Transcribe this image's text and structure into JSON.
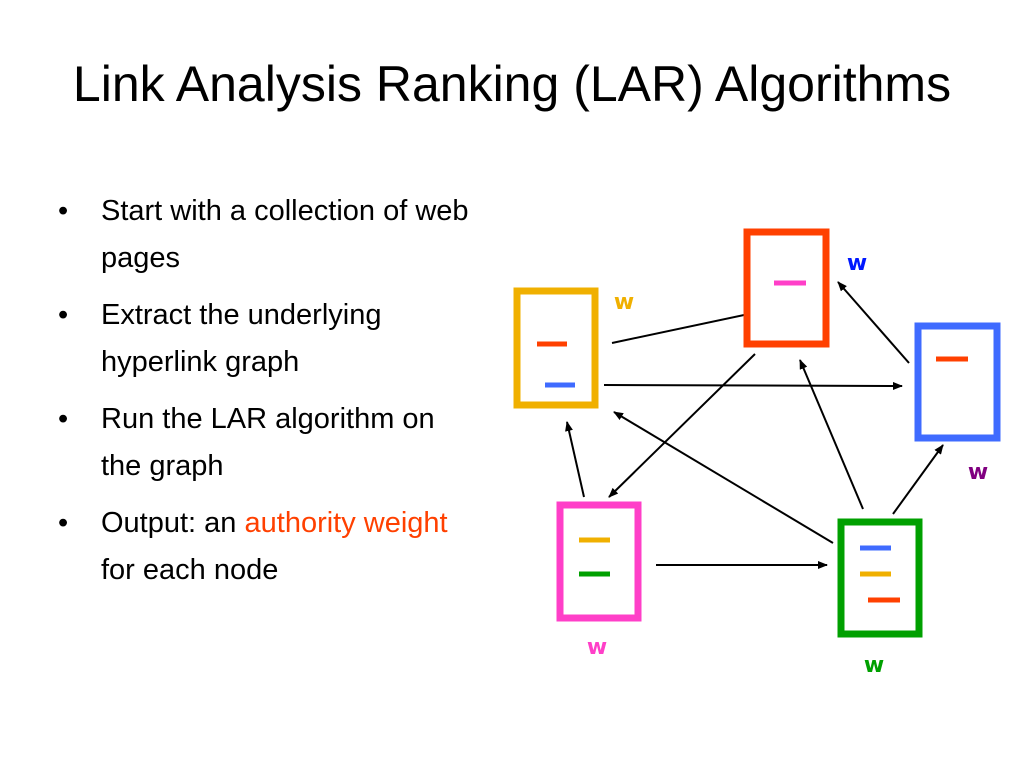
{
  "title": "Link Analysis Ranking (LAR) Algorithms",
  "bullets": [
    {
      "text": "Start with a collection of web pages"
    },
    {
      "text": "Extract the underlying hyperlink graph"
    },
    {
      "text": "Run the LAR algorithm on the graph"
    },
    {
      "pre": "Output: an ",
      "highlight": "authority weight",
      "post": " for each node"
    }
  ],
  "bullet_marker": "•",
  "highlight_color": "#ff4000",
  "graph": {
    "nodes": [
      {
        "id": "yellow-page",
        "border_color": "#f0b000",
        "weight_label": "w",
        "label_color": "#f0b000",
        "lines": [
          "#ff4000",
          "#3f6bff"
        ]
      },
      {
        "id": "red-page",
        "border_color": "#ff4000",
        "weight_label": "w",
        "label_color": "#0018ff",
        "lines": [
          "#ff3fc8"
        ]
      },
      {
        "id": "blue-page",
        "border_color": "#3f6bff",
        "weight_label": "w",
        "label_color": "#800080",
        "lines": [
          "#ff4000"
        ]
      },
      {
        "id": "pink-page",
        "border_color": "#ff3fc8",
        "weight_label": "w",
        "label_color": "#ff3fc8",
        "lines": [
          "#f0b000",
          "#00a000"
        ]
      },
      {
        "id": "green-page",
        "border_color": "#00a000",
        "weight_label": "w",
        "label_color": "#00a000",
        "lines": [
          "#3f6bff",
          "#f0b000",
          "#ff4000"
        ]
      }
    ],
    "edges": [
      {
        "from": "yellow-page",
        "to": "red-page"
      },
      {
        "from": "yellow-page",
        "to": "blue-page"
      },
      {
        "from": "red-page",
        "to": "pink-page"
      },
      {
        "from": "blue-page",
        "to": "red-page"
      },
      {
        "from": "pink-page",
        "to": "yellow-page"
      },
      {
        "from": "pink-page",
        "to": "green-page"
      },
      {
        "from": "green-page",
        "to": "yellow-page"
      },
      {
        "from": "green-page",
        "to": "red-page"
      },
      {
        "from": "green-page",
        "to": "blue-page"
      }
    ]
  }
}
